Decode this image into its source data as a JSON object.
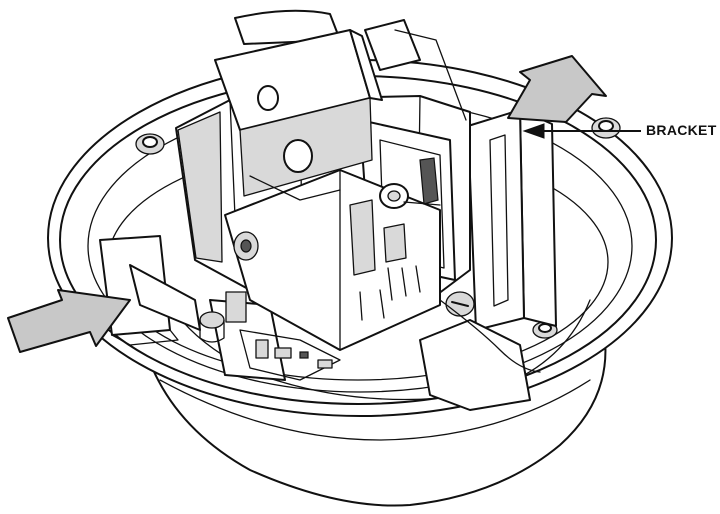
{
  "callouts": {
    "bracket": "BRACKET"
  },
  "colors": {
    "line": "#111111",
    "arrow_fill": "#c8c8c8",
    "background": "#ffffff"
  },
  "icons": [
    "push-arrow-left",
    "push-arrow-right",
    "leader-arrow"
  ]
}
